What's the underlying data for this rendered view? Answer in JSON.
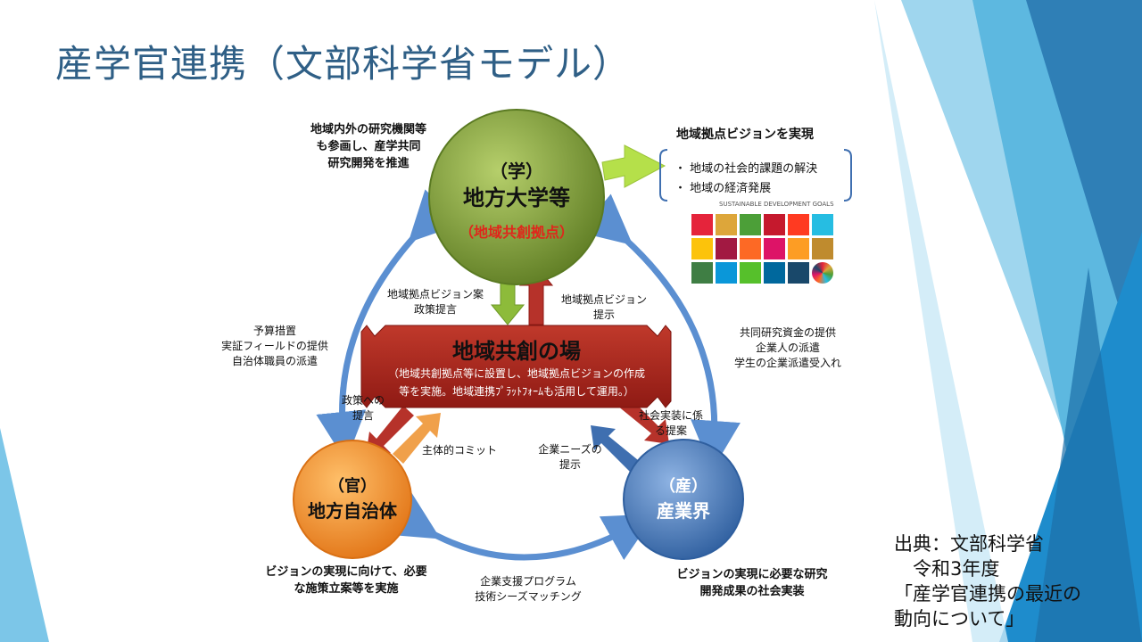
{
  "slide": {
    "title": "産学官連携（文部科学省モデル）"
  },
  "diagram": {
    "university": {
      "role": "（学）",
      "name": "地方大学等",
      "sub": "（地域共創拠点）"
    },
    "local_gov": {
      "role": "（官）",
      "name": "地方自治体"
    },
    "industry": {
      "role": "（産）",
      "name": "産業界"
    },
    "forum": {
      "name": "地域共創の場",
      "desc1": "（地域共創拠点等に設置し、地域拠点ビジョンの作成",
      "desc2": "等を実施。地域連携ﾌﾟﾗｯﾄﾌｫｰﾑも活用して運用。）"
    },
    "vision": {
      "title": "地域拠点ビジョンを実現",
      "items": [
        "・ 地域の社会的課題の解決",
        "・ 地域の経済発展"
      ],
      "sdg_label": "SUSTAINABLE DEVELOPMENT GOALS"
    },
    "labels": {
      "univ_desc": [
        "地域内外の研究機関等",
        "も参画し、産学共同",
        "研究開発を推進"
      ],
      "univ_to_forum": [
        "地域拠点ビジョン案",
        "政策提言"
      ],
      "forum_to_univ": [
        "地域拠点ビジョン",
        "提示"
      ],
      "gov_to_univ": [
        "予算措置",
        "実証フィールドの提供",
        "自治体職員の派遣"
      ],
      "ind_to_univ": [
        "共同研究資金の提供",
        "企業人の派遣",
        "学生の企業派遣受入れ"
      ],
      "forum_to_gov": [
        "政策への",
        "提言"
      ],
      "gov_to_forum": "主体的コミット",
      "forum_to_ind": [
        "社会実装に係",
        "る提案"
      ],
      "ind_to_forum": [
        "企業ニーズの",
        "提示"
      ],
      "gov_desc": [
        "ビジョンの実現に向けて、必要",
        "な施策立案等を実施"
      ],
      "gov_ind": [
        "企業支援プログラム",
        "技術シーズマッチング"
      ],
      "ind_desc": [
        "ビジョンの実現に必要な研究",
        "開発成果の社会実装"
      ]
    }
  },
  "source": {
    "lines": [
      "出典：文部科学省",
      "　令和3年度",
      "「産学官連携の最近の",
      "動向について」"
    ]
  },
  "colors": {
    "title": "#2f5f86",
    "university": "#7c9a3c",
    "local_gov": "#f08a2b",
    "industry": "#3f6fb0",
    "forum": "#a8201e",
    "arrow_blue": "#5b8fd1",
    "arrow_green": "#b5e04a"
  }
}
